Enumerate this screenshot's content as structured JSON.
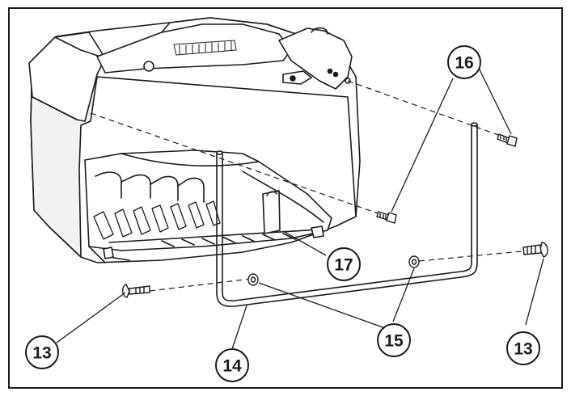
{
  "diagram": {
    "callouts": [
      {
        "id": "c16",
        "label": "16"
      },
      {
        "id": "c17",
        "label": "17"
      },
      {
        "id": "c15",
        "label": "15"
      },
      {
        "id": "c13a",
        "label": "13"
      },
      {
        "id": "c13b",
        "label": "13"
      },
      {
        "id": "c14",
        "label": "14"
      }
    ]
  },
  "colors": {
    "ink": "#1a1a1a",
    "frame": "#1a1a1a",
    "housing_shadow": "#e9e9e9",
    "background": "#ffffff"
  }
}
